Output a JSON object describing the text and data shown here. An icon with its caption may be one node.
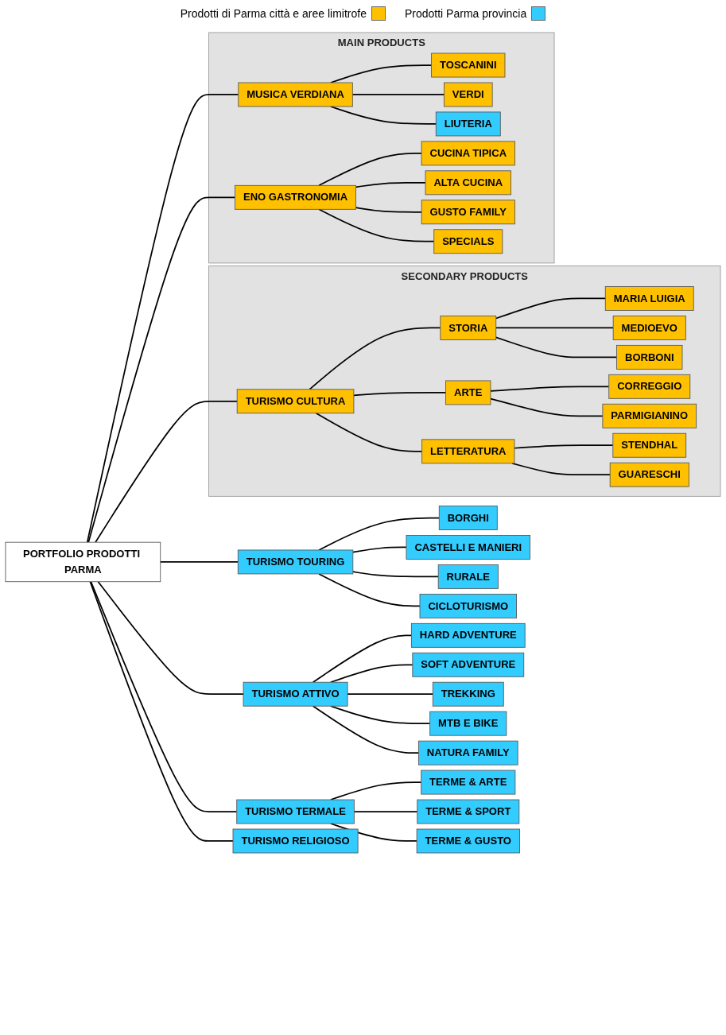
{
  "diagram": {
    "nodes": [
      {
        "text": [
          "PORTFOLIO PRODOTTI PARMA"
        ]
      },
      {
        "text": [
          "MAIN PRODUCTS"
        ]
      },
      {
        "text": [
          "MUSICA VERDIANA"
        ],
        "in": 1
      },
      {
        "text": [
          "ENO GASTRONOMIA"
        ],
        "in": 1
      },
      {
        "text": [
          "TOSCANINI"
        ],
        "in": 1
      },
      {
        "text": [
          "VERDI"
        ],
        "in": 1
      },
      {
        "text": [
          "LIUTERIA"
        ],
        "in": 1
      },
      {
        "text": [
          "CUCINA TIPICA"
        ],
        "in": 1
      },
      {
        "text": [
          "ALTA CUCINA"
        ],
        "in": 1
      },
      {
        "text": [
          "GUSTO FAMILY"
        ],
        "in": 1
      },
      {
        "text": [
          "SPECIALS"
        ],
        "in": 1
      },
      {
        "text": [
          "SECONDARY PRODUCTS"
        ]
      },
      {
        "text": [
          "TURISMO CULTURA"
        ],
        "in": 11
      },
      {
        "text": [
          "STORIA"
        ],
        "in": 11
      },
      {
        "text": [
          "ARTE"
        ],
        "in": 11
      },
      {
        "text": [
          "LETTERATURA"
        ],
        "in": 11
      },
      {
        "text": [
          "MARIA LUIGIA"
        ],
        "in": 11
      },
      {
        "text": [
          "CORREGGIO"
        ],
        "in": 11
      },
      {
        "text": [
          "STENDHAL"
        ],
        "in": 11
      },
      {
        "text": [
          "MEDIOEVO"
        ],
        "in": 11
      },
      {
        "text": [
          "PARMIGIANINO"
        ],
        "in": 11
      },
      {
        "text": [
          "GUARESCHI"
        ],
        "in": 11
      },
      {
        "text": [
          "BORBONI"
        ],
        "in": 11
      },
      {
        "text": [
          "TURISMO TOURING"
        ]
      },
      {
        "text": [
          "TURISMO ATTIVO"
        ]
      },
      {
        "text": [
          "TURISMO TERMALE"
        ]
      },
      {
        "text": [
          "TURISMO RELIGIOSO"
        ]
      },
      {
        "text": [
          "BORGHI"
        ]
      },
      {
        "text": [
          "HARD ADVENTURE"
        ]
      },
      {
        "text": [
          "TERME & ARTE"
        ]
      },
      {
        "text": [
          "CASTELLI E MANIERI"
        ]
      },
      {
        "text": [
          "SOFT ADVENTURE"
        ]
      },
      {
        "text": [
          "TERME & SPORT"
        ]
      },
      {
        "text": [
          "RURALE"
        ]
      },
      {
        "text": [
          "TREKKING"
        ]
      },
      {
        "text": [
          "TERME & GUSTO"
        ]
      },
      {
        "text": [
          "CICLOTURISMO"
        ]
      },
      {
        "text": [
          "MTB E BIKE"
        ]
      },
      {
        "text": [
          "NATURA FAMILY"
        ]
      }
    ],
    "edges": [
      {
        "from": 0,
        "to": 2,
        "arrow": "none"
      },
      {
        "from": 0,
        "to": 3,
        "arrow": "none"
      },
      {
        "from": 2,
        "to": 4,
        "arrow": "none"
      },
      {
        "from": 2,
        "to": 5,
        "arrow": "none"
      },
      {
        "from": 2,
        "to": 6,
        "arrow": "none"
      },
      {
        "from": 3,
        "to": 7,
        "arrow": "none"
      },
      {
        "from": 3,
        "to": 8,
        "arrow": "none"
      },
      {
        "from": 3,
        "to": 9,
        "arrow": "none"
      },
      {
        "from": 3,
        "to": 10,
        "arrow": "none"
      },
      {
        "from": 0,
        "to": 12,
        "arrow": "none"
      },
      {
        "from": 12,
        "to": 13,
        "arrow": "none"
      },
      {
        "from": 12,
        "to": 14,
        "arrow": "none"
      },
      {
        "from": 12,
        "to": 15,
        "arrow": "none"
      },
      {
        "from": 13,
        "to": 16,
        "arrow": "none"
      },
      {
        "from": 13,
        "to": 19,
        "arrow": "none"
      },
      {
        "from": 13,
        "to": 22,
        "arrow": "none"
      },
      {
        "from": 14,
        "to": 17,
        "arrow": "none"
      },
      {
        "from": 14,
        "to": 20,
        "arrow": "none"
      },
      {
        "from": 15,
        "to": 18,
        "arrow": "none"
      },
      {
        "from": 15,
        "to": 21,
        "arrow": "none"
      },
      {
        "from": 0,
        "to": 23,
        "arrow": "none"
      },
      {
        "from": 0,
        "to": 24,
        "arrow": "none"
      },
      {
        "from": 0,
        "to": 25,
        "arrow": "none"
      },
      {
        "from": 0,
        "to": 26,
        "arrow": "none"
      },
      {
        "from": 23,
        "to": 27,
        "arrow": "none"
      },
      {
        "from": 23,
        "to": 30,
        "arrow": "none"
      },
      {
        "from": 23,
        "to": 33,
        "arrow": "none"
      },
      {
        "from": 23,
        "to": 36,
        "arrow": "none"
      },
      {
        "from": 24,
        "to": 28,
        "arrow": "none"
      },
      {
        "from": 24,
        "to": 31,
        "arrow": "none"
      },
      {
        "from": 24,
        "to": 34,
        "arrow": "none"
      },
      {
        "from": 24,
        "to": 37,
        "arrow": "none"
      },
      {
        "from": 24,
        "to": 38,
        "arrow": "none"
      },
      {
        "from": 25,
        "to": 29,
        "arrow": "none"
      },
      {
        "from": 25,
        "to": 32,
        "arrow": "none"
      },
      {
        "from": 25,
        "to": 35,
        "arrow": "none"
      }
    ],
    "legend": [
      {
        "text": "Prodotti di Parma città e aree limitrofe",
        "color": "#ffc000"
      },
      {
        "text": "Prodotti Parma provincia",
        "color": "#33ccff"
      }
    ]
  }
}
